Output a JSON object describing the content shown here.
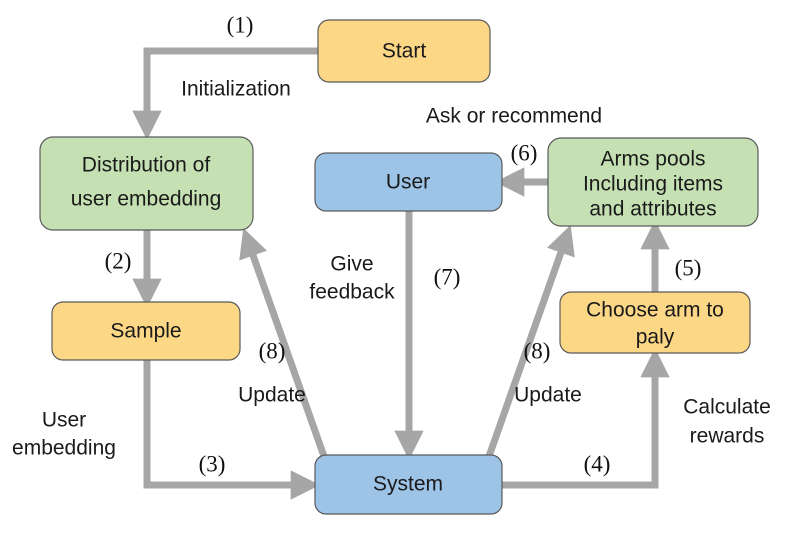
{
  "diagram": {
    "title": "Recommendation bandit system flowchart",
    "background": "#ffffff",
    "edge_color": "#a6a6a6",
    "colors": {
      "orange_fill": "#fcd786",
      "orange_stroke": "#f0b93c",
      "green_fill": "#c5e0b3",
      "green_stroke": "#5a5a5a",
      "blue_fill": "#9dc3e6",
      "blue_stroke": "#6fa8dc",
      "text": "#1a1a1a"
    },
    "nodes": [
      {
        "id": "start",
        "label": "Start",
        "color": "orange"
      },
      {
        "id": "distribution",
        "label_line1": "Distribution of",
        "label_line2": "user embedding",
        "color": "green"
      },
      {
        "id": "user",
        "label": "User",
        "color": "blue"
      },
      {
        "id": "arms",
        "label_line1": "Arms pools",
        "label_line2": "Including items",
        "label_line3": "and attributes",
        "color": "green"
      },
      {
        "id": "sample",
        "label": "Sample",
        "color": "orange"
      },
      {
        "id": "choose",
        "label_line1": "Choose arm to",
        "label_line2": "paly",
        "color": "orange"
      },
      {
        "id": "system",
        "label": "System",
        "color": "blue"
      }
    ],
    "step_labels": [
      {
        "id": "step1",
        "text": "(1)"
      },
      {
        "id": "step2",
        "text": "(2)"
      },
      {
        "id": "step3",
        "text": "(3)"
      },
      {
        "id": "step4",
        "text": "(4)"
      },
      {
        "id": "step5",
        "text": "(5)"
      },
      {
        "id": "step6",
        "text": "(6)"
      },
      {
        "id": "step7",
        "text": "(7)"
      },
      {
        "id": "step8_left",
        "text": "(8)"
      },
      {
        "id": "step8_right",
        "text": "(8)"
      }
    ],
    "edge_labels": [
      {
        "id": "initialization",
        "text": "Initialization"
      },
      {
        "id": "ask_or_recommend",
        "text": "Ask or recommend"
      },
      {
        "id": "give_feedback_line1",
        "text": "Give"
      },
      {
        "id": "give_feedback_line2",
        "text": "feedback"
      },
      {
        "id": "user_embedding_line1",
        "text": "User"
      },
      {
        "id": "user_embedding_line2",
        "text": "embedding"
      },
      {
        "id": "update_left",
        "text": "Update"
      },
      {
        "id": "update_right",
        "text": "Update"
      },
      {
        "id": "calculate_rewards_line1",
        "text": "Calculate"
      },
      {
        "id": "calculate_rewards_line2",
        "text": "rewards"
      }
    ]
  }
}
